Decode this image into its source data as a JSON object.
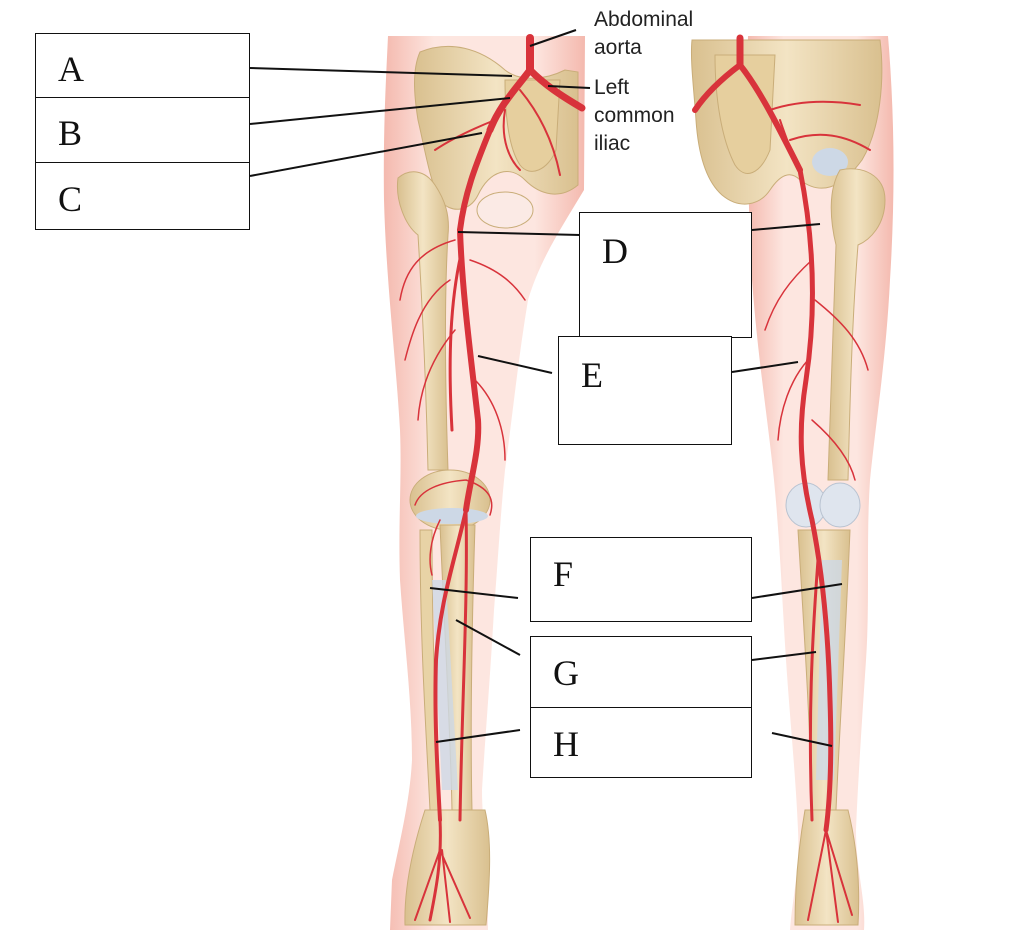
{
  "printed_labels": {
    "abdominal_aorta": [
      "Abdominal",
      "aorta"
    ],
    "left_common_iliac": [
      "Left",
      "common",
      "iliac"
    ]
  },
  "answer_boxes": [
    {
      "letter": "A"
    },
    {
      "letter": "B"
    },
    {
      "letter": "C"
    },
    {
      "letter": "D"
    },
    {
      "letter": "E"
    },
    {
      "letter": "F"
    },
    {
      "letter": "G"
    },
    {
      "letter": "H"
    }
  ],
  "colors": {
    "skin": "#f7c9bf",
    "bone": "#ecd9b0",
    "artery": "#d8333b",
    "ligament": "#cdd8e6",
    "leader_line": "#111111"
  }
}
